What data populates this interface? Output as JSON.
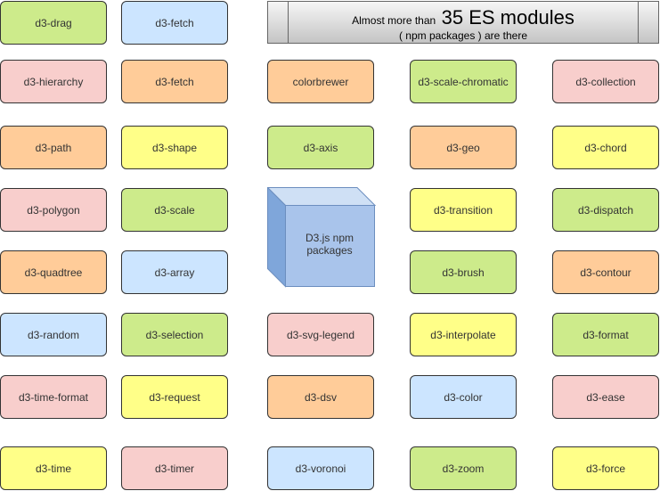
{
  "banner": {
    "line1_prefix": "Almost more than",
    "line1_emphasis": "35 ES modules",
    "line2": "( npm packages ) are there"
  },
  "cube": {
    "label": "D3.js npm packages",
    "colors": {
      "front": "#a9c4eb",
      "top": "#cfe0f5",
      "side": "#7fa6da",
      "stroke": "#6c8ebf"
    }
  },
  "colors": {
    "green": "#cdeb8b",
    "blue": "#cce5ff",
    "pink": "#f8cecc",
    "orange": "#ffcc99",
    "yellow": "#ffff88"
  },
  "modules": [
    {
      "name": "d3-drag",
      "color": "green"
    },
    {
      "name": "d3-fetch",
      "color": "blue"
    },
    {
      "name": "d3-hierarchy",
      "color": "pink"
    },
    {
      "name": "d3-fetch",
      "color": "orange"
    },
    {
      "name": "colorbrewer",
      "color": "orange"
    },
    {
      "name": "d3-scale-chromatic",
      "color": "green"
    },
    {
      "name": "d3-collection",
      "color": "pink"
    },
    {
      "name": "d3-path",
      "color": "orange"
    },
    {
      "name": "d3-shape",
      "color": "yellow"
    },
    {
      "name": "d3-axis",
      "color": "green"
    },
    {
      "name": "d3-geo",
      "color": "orange"
    },
    {
      "name": "d3-chord",
      "color": "yellow"
    },
    {
      "name": "d3-polygon",
      "color": "pink"
    },
    {
      "name": "d3-scale",
      "color": "green"
    },
    {
      "name": "d3-transition",
      "color": "yellow"
    },
    {
      "name": "d3-dispatch",
      "color": "green"
    },
    {
      "name": "d3-quadtree",
      "color": "orange"
    },
    {
      "name": "d3-array",
      "color": "blue"
    },
    {
      "name": "d3-brush",
      "color": "green"
    },
    {
      "name": "d3-contour",
      "color": "orange"
    },
    {
      "name": "d3-random",
      "color": "blue"
    },
    {
      "name": "d3-selection",
      "color": "green"
    },
    {
      "name": "d3-svg-legend",
      "color": "pink"
    },
    {
      "name": "d3-interpolate",
      "color": "yellow"
    },
    {
      "name": "d3-format",
      "color": "green"
    },
    {
      "name": "d3-time-format",
      "color": "pink"
    },
    {
      "name": "d3-request",
      "color": "yellow"
    },
    {
      "name": "d3-dsv",
      "color": "orange"
    },
    {
      "name": "d3-color",
      "color": "blue"
    },
    {
      "name": "d3-ease",
      "color": "pink"
    },
    {
      "name": "d3-time",
      "color": "yellow"
    },
    {
      "name": "d3-timer",
      "color": "pink"
    },
    {
      "name": "d3-voronoi",
      "color": "blue"
    },
    {
      "name": "d3-zoom",
      "color": "green"
    },
    {
      "name": "d3-force",
      "color": "yellow"
    }
  ]
}
